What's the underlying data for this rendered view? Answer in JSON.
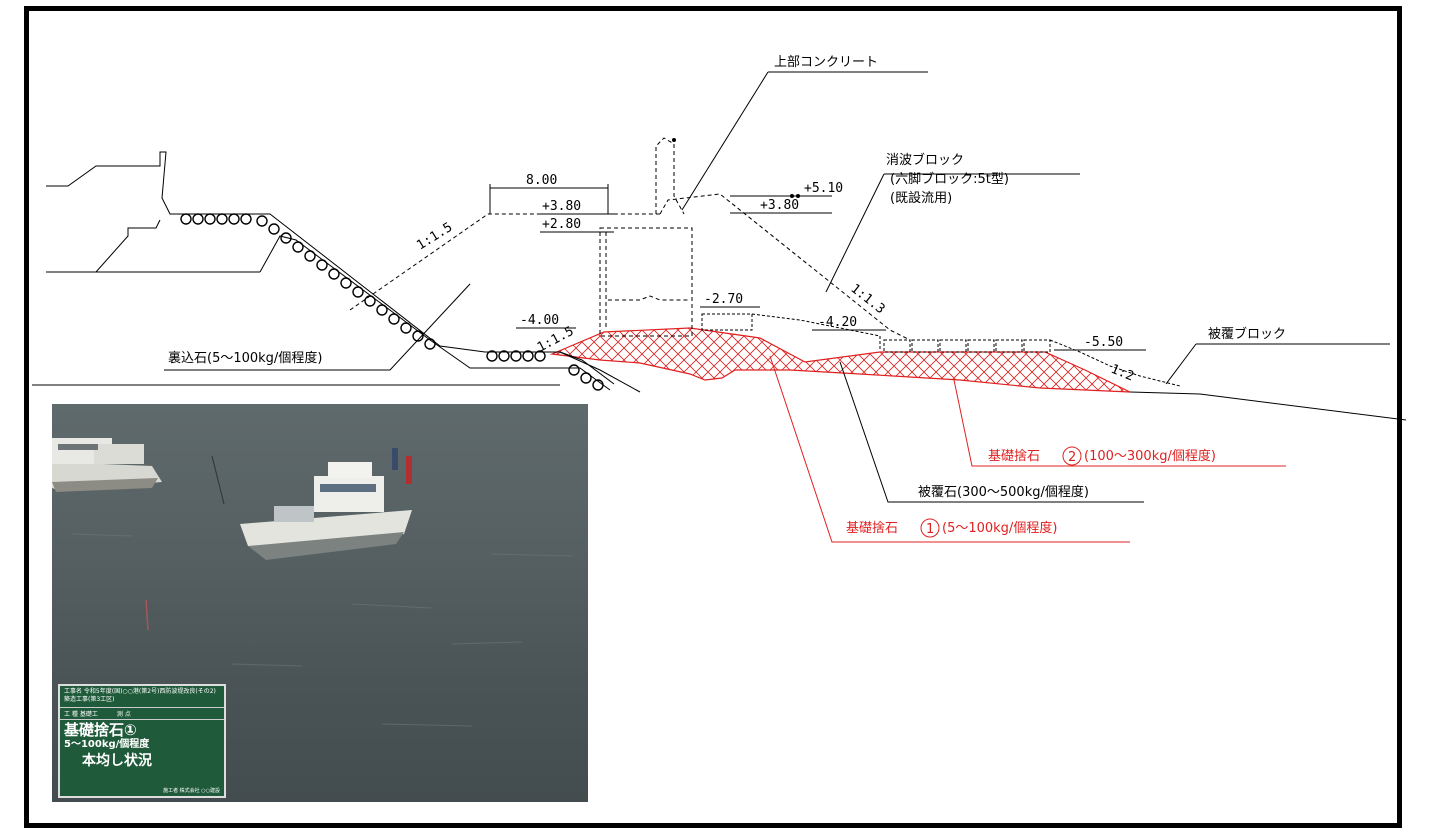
{
  "labels": {
    "upper_concrete": "上部コンクリート",
    "wave_block": "消波ブロック",
    "wave_block_type": "(六脚ブロック:5t型)",
    "wave_block_reuse": "(既設流用)",
    "backfill_stone": "裏込石(5～100kg/個程度)",
    "armor_block": "被覆ブロック",
    "armor_stone": "被覆石(300～500kg/個程度)",
    "foundation_stone_2_prefix": "基礎捨石",
    "foundation_stone_2_num": "2",
    "foundation_stone_2_suffix": "(100～300kg/個程度)",
    "foundation_stone_1_prefix": "基礎捨石",
    "foundation_stone_1_num": "1",
    "foundation_stone_1_suffix": "(5～100kg/個程度)"
  },
  "dimensions": {
    "width": "8.00",
    "slope_left": "1:1.5",
    "slope_right": "1:1.3",
    "slope_small": "1:1.5",
    "slope_toe": "1:2",
    "elev_p510": "+5.10",
    "elev_p380_left": "+3.80",
    "elev_p380_right": "+3.80",
    "elev_p280": "+2.80",
    "elev_m400": "-4.00",
    "elev_m270": "-2.70",
    "elev_m420": "-4.20",
    "elev_m550": "-5.50"
  },
  "photo_board": {
    "row1": "工事名 令和5年度(国)○○港(第2号)西防波堤改良(その2)築造工事(第3工区)",
    "row2_a": "工 種 基礎工",
    "row2_b": "測 点",
    "title": "基礎捨石①",
    "weight": "5～100kg/個程度",
    "status": "本均し状況",
    "footer": "施工者 株式会社 ○○建設"
  },
  "colors": {
    "hatch_red": "#e02020",
    "board_green": "#1f5a3a"
  }
}
